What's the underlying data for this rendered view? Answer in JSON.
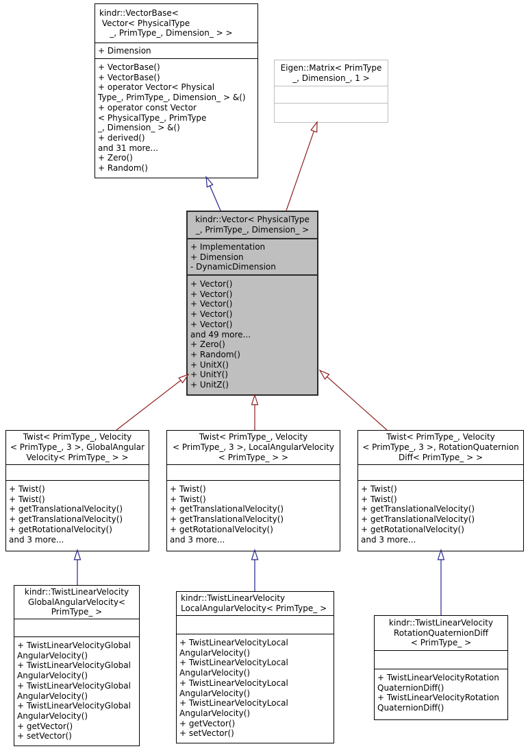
{
  "diagram": {
    "kind": "uml-class-inheritance-diagram",
    "subject": "kindr::Vector< PhysicalType_, PrimType_, Dimension_ >"
  },
  "colors": {
    "public_inheritance": "#20208c",
    "template_relation": "#8e1f1f",
    "selected_node_bg": "#bfbfbf",
    "node_border": "#000000",
    "external_node_border": "#bdbdbd"
  },
  "nodes": [
    {
      "id": "vectorbase",
      "title_lines": [
        "kindr::VectorBase<",
        " Vector< PhysicalType",
        "    _, PrimType_, Dimension_ > >"
      ],
      "attr_lines": [
        "+ Dimension"
      ],
      "method_lines": [
        "+ VectorBase()",
        "+ VectorBase()",
        "+ operator Vector< Physical",
        "Type_, PrimType_, Dimension_ > &()",
        "+ operator const Vector",
        "< PhysicalType_, PrimType",
        "_, Dimension_ > &()",
        "+ derived()",
        "and 31 more...",
        "+ Zero()",
        "+ Random()"
      ]
    },
    {
      "id": "eigen-matrix",
      "title_lines": [
        "Eigen::Matrix< PrimType",
        "_, Dimension_, 1 >"
      ],
      "attr_lines": [],
      "method_lines": []
    },
    {
      "id": "kindr-vector",
      "title_lines": [
        "kindr::Vector< PhysicalType",
        "_, PrimType_, Dimension_ >"
      ],
      "attr_lines": [
        "+ Implementation",
        "+ Dimension",
        "- DynamicDimension"
      ],
      "method_lines": [
        "+ Vector()",
        "+ Vector()",
        "+ Vector()",
        "+ Vector()",
        "+ Vector()",
        "and 49 more...",
        "+ Zero()",
        "+ Random()",
        "+ UnitX()",
        "+ UnitY()",
        "+ UnitZ()"
      ]
    },
    {
      "id": "twist-global",
      "title_lines": [
        "Twist< PrimType_, Velocity",
        "< PrimType_, 3 >, GlobalAngular",
        "Velocity< PrimType_ > >"
      ],
      "attr_lines": [],
      "method_lines": [
        "+ Twist()",
        "+ Twist()",
        "+ getTranslationalVelocity()",
        "+ getTranslationalVelocity()",
        "+ getRotationalVelocity()",
        "and 3 more..."
      ]
    },
    {
      "id": "twist-local",
      "title_lines": [
        "Twist< PrimType_, Velocity",
        "< PrimType_, 3 >, LocalAngularVelocity",
        "< PrimType_ > >"
      ],
      "attr_lines": [],
      "method_lines": [
        "+ Twist()",
        "+ Twist()",
        "+ getTranslationalVelocity()",
        "+ getTranslationalVelocity()",
        "+ getRotationalVelocity()",
        "and 3 more..."
      ]
    },
    {
      "id": "twist-rotquatdiff",
      "title_lines": [
        "Twist< PrimType_, Velocity",
        "< PrimType_, 3 >, RotationQuaternion",
        "Diff< PrimType_ > >"
      ],
      "attr_lines": [],
      "method_lines": [
        "+ Twist()",
        "+ Twist()",
        "+ getTranslationalVelocity()",
        "+ getTranslationalVelocity()",
        "+ getRotationalVelocity()",
        "and 3 more..."
      ]
    },
    {
      "id": "twistlinvel-global",
      "title_lines": [
        "kindr::TwistLinearVelocity",
        "GlobalAngularVelocity<",
        "PrimType_ >"
      ],
      "attr_lines": [],
      "method_lines": [
        "+ TwistLinearVelocityGlobal",
        "AngularVelocity()",
        "+ TwistLinearVelocityGlobal",
        "AngularVelocity()",
        "+ TwistLinearVelocityGlobal",
        "AngularVelocity()",
        "+ TwistLinearVelocityGlobal",
        "AngularVelocity()",
        "+ getVector()",
        "+ setVector()"
      ]
    },
    {
      "id": "twistlinvel-local",
      "title_lines": [
        "kindr::TwistLinearVelocity",
        "LocalAngularVelocity< PrimType_ >"
      ],
      "attr_lines": [],
      "method_lines": [
        "+ TwistLinearVelocityLocal",
        "AngularVelocity()",
        "+ TwistLinearVelocityLocal",
        "AngularVelocity()",
        "+ TwistLinearVelocityLocal",
        "AngularVelocity()",
        "+ TwistLinearVelocityLocal",
        "AngularVelocity()",
        "+ getVector()",
        "+ setVector()"
      ]
    },
    {
      "id": "twistlinvel-rotquatdiff",
      "title_lines": [
        "kindr::TwistLinearVelocity",
        "RotationQuaternionDiff",
        "< PrimType_ >"
      ],
      "attr_lines": [],
      "method_lines": [
        "+ TwistLinearVelocityRotation",
        "QuaternionDiff()",
        "+ TwistLinearVelocityRotation",
        "QuaternionDiff()"
      ]
    }
  ],
  "edges": [
    {
      "kind": "public-inheritance",
      "from": "kindr-vector",
      "to": "vectorbase"
    },
    {
      "kind": "template-relation",
      "from": "kindr-vector",
      "to": "eigen-matrix"
    },
    {
      "kind": "template-relation",
      "from": "twist-global",
      "to": "kindr-vector"
    },
    {
      "kind": "template-relation",
      "from": "twist-local",
      "to": "kindr-vector"
    },
    {
      "kind": "template-relation",
      "from": "twist-rotquatdiff",
      "to": "kindr-vector"
    },
    {
      "kind": "public-inheritance",
      "from": "twistlinvel-global",
      "to": "twist-global"
    },
    {
      "kind": "public-inheritance",
      "from": "twistlinvel-local",
      "to": "twist-local"
    },
    {
      "kind": "public-inheritance",
      "from": "twistlinvel-rotquatdiff",
      "to": "twist-rotquatdiff"
    }
  ]
}
